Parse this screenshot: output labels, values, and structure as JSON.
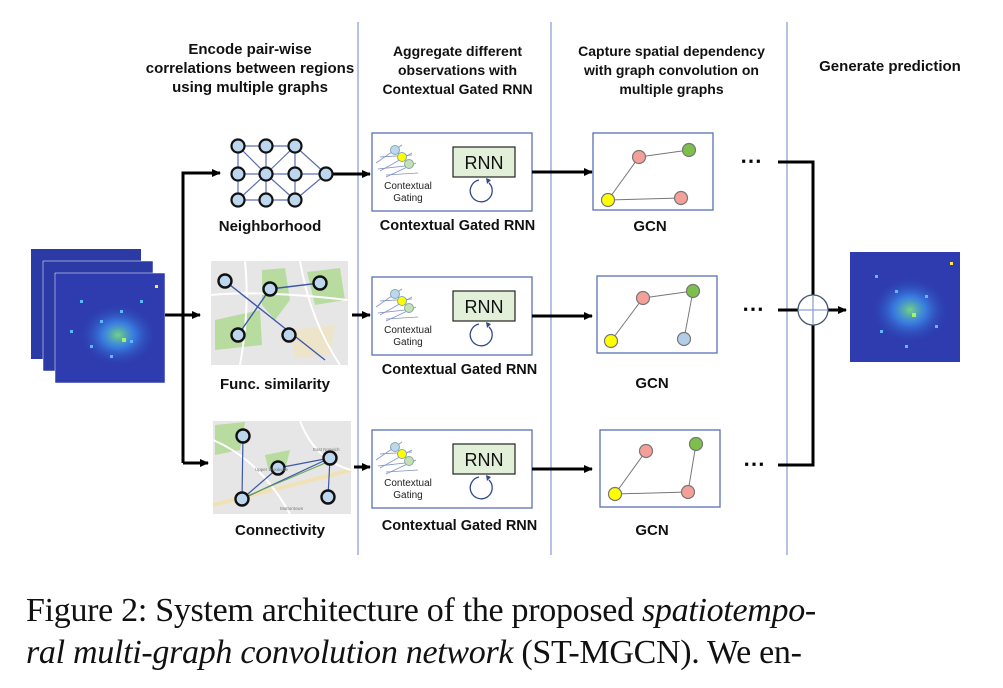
{
  "figure": {
    "columns": [
      {
        "header": "Encode pair-wise correlations between regions using multiple graphs",
        "header_lines": [
          "Encode pair-wise",
          "correlations between regions",
          "using multiple graphs"
        ]
      },
      {
        "header": "Aggregate different observations with Contextual Gated RNN",
        "header_lines": [
          "Aggregate different",
          "observations with",
          "Contextual Gated RNN"
        ]
      },
      {
        "header": "Capture spatial dependency with graph convolution on multiple graphs",
        "header_lines": [
          "Capture spatial dependency",
          "with graph convolution on",
          "multiple graphs"
        ]
      },
      {
        "header": "Generate prediction",
        "header_lines": [
          "Generate prediction"
        ]
      }
    ],
    "rows": [
      {
        "graph_label": "Neighborhood",
        "rnn_label": "Contextual Gated RNN",
        "gcn_label": "GCN"
      },
      {
        "graph_label": "Func. similarity",
        "rnn_label": "Contextual Gated RNN",
        "gcn_label": "GCN"
      },
      {
        "graph_label": "Connectivity",
        "rnn_label": "Contextual Gated RNN",
        "gcn_label": "GCN"
      }
    ],
    "rnn_box": {
      "rnn_text": "RNN",
      "gating_line1": "Contextual",
      "gating_line2": "Gating"
    },
    "ellipsis": "⋯",
    "map_labels": {
      "connectivity": [
        "East Norwich",
        "Upper Brookville",
        "Muttontown"
      ]
    },
    "colors": {
      "divider": "#8ea0d6",
      "node_fill": "#bdd7ee",
      "gcn_red": "#f4a099",
      "gcn_green": "#7cbf4a",
      "gcn_yellow": "#ffff00",
      "gcn_blue": "#b4cde6",
      "rnn_fill": "#e2efd9",
      "heatmap_bg": "#2a3aa8"
    }
  },
  "caption": {
    "prefix": "Figure 2: System architecture of the proposed ",
    "italic1": "spatiotempo-",
    "italic2": "ral multi-graph convolution network",
    "suffix": " (ST-MGCN). We en-"
  }
}
